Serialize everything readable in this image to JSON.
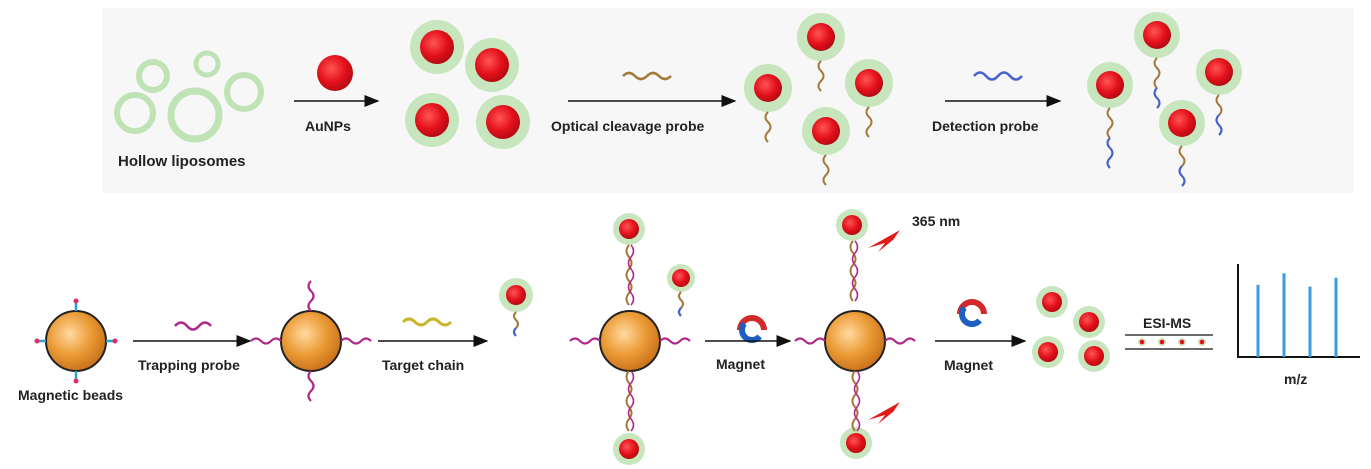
{
  "labels": {
    "hollow_liposomes": "Hollow liposomes",
    "aunps": "AuNPs",
    "optical_cleavage_probe": "Optical cleavage probe",
    "detection_probe": "Detection probe",
    "magnetic_beads": "Magnetic beads",
    "trapping_probe": "Trapping probe",
    "target_chain": "Target chain",
    "magnet_1": "Magnet",
    "magnet_2": "Magnet",
    "uv_wavelength": "365 nm",
    "esi_ms": "ESI-MS",
    "mz_axis": "m/z"
  },
  "colors": {
    "liposome_shell": "#bfe3b4",
    "aunp_red": "#e3101b",
    "bead_orange": "#e8912a",
    "trapping_probe": "#b0288c",
    "detection_probe": "#4a63c9",
    "cleavage_probe": "#a47a3a",
    "target_chain": "#c9b52a",
    "lightning": "#e01a1a",
    "spectrum_peak": "#3a9ce0"
  },
  "spectrum": {
    "peak_heights": [
      0.82,
      0.95,
      0.8,
      0.9
    ]
  }
}
